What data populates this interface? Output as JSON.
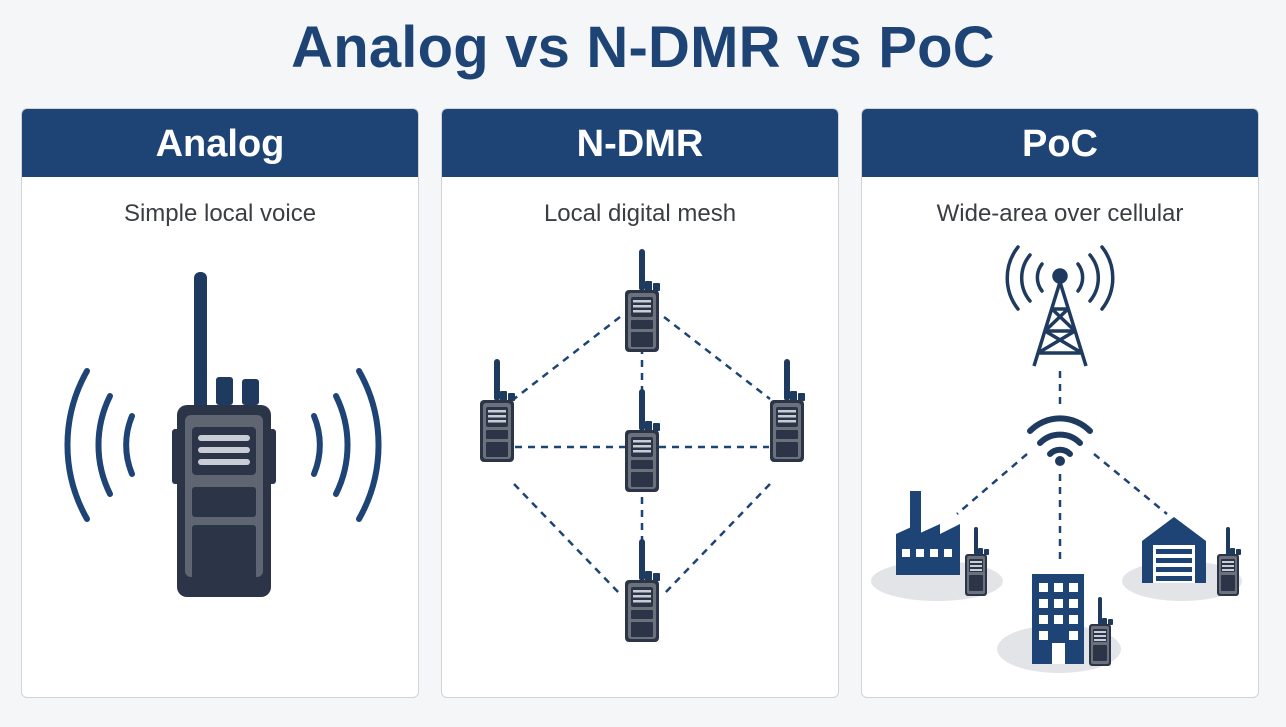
{
  "title": "Analog vs N-DMR vs PoC",
  "colors": {
    "navy": "#1e4476",
    "dark": "#2b3547",
    "screen": "#c9ced6",
    "ground": "#e2e4e8"
  },
  "panels": [
    {
      "heading": "Analog",
      "subtitle": "Simple local voice",
      "icon": "walkie-talkie-icon"
    },
    {
      "heading": "N-DMR",
      "subtitle": "Local digital mesh",
      "icon": "mesh-network-icon"
    },
    {
      "heading": "PoC",
      "subtitle": "Wide-area over cellular",
      "icon": "cell-tower-icon"
    }
  ]
}
